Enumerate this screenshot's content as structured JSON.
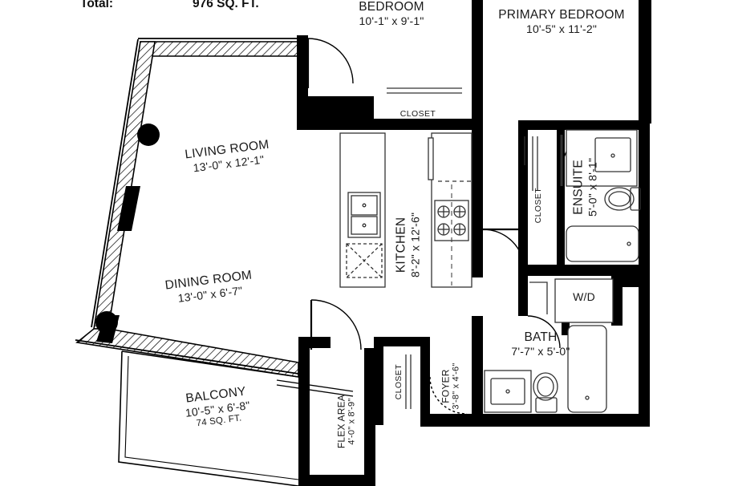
{
  "header": {
    "total_label": "Total:",
    "total_value": "976 SQ. FT."
  },
  "rooms": [
    {
      "id": "living-room",
      "name": "LIVING ROOM",
      "dims": "13'-0\" x 12'-1\"",
      "area": "",
      "rotation": -7
    },
    {
      "id": "dining-room",
      "name": "DINING ROOM",
      "dims": "13'-0\" x 6'-7\"",
      "area": "",
      "rotation": -7
    },
    {
      "id": "balcony",
      "name": "BALCONY",
      "dims": "10'-5\" x 6'-8\"",
      "area": "74 SQ. FT.",
      "rotation": -7
    },
    {
      "id": "bedroom",
      "name": "BEDROOM",
      "dims": "10'-1\" x 9'-1\"",
      "area": "",
      "rotation": 0
    },
    {
      "id": "primary-bedroom",
      "name": "PRIMARY BEDROOM",
      "dims": "10'-5\" x 11'-2\"",
      "area": "",
      "rotation": 0
    },
    {
      "id": "kitchen",
      "name": "KITCHEN",
      "dims": "8'-2\" x 12'-6\"",
      "area": "",
      "rotation": -90
    },
    {
      "id": "ensuite",
      "name": "ENSUITE",
      "dims": "5'-0\" x 8'-1\"",
      "area": "",
      "rotation": -90
    },
    {
      "id": "bath",
      "name": "BATH",
      "dims": "7'-7\" x 5'-0\"",
      "area": "",
      "rotation": 0
    },
    {
      "id": "foyer",
      "name": "FOYER",
      "dims": "3'-8\" x 4'-6\"",
      "area": "",
      "rotation": -90
    },
    {
      "id": "flex-area",
      "name": "FLEX AREA",
      "dims": "4'-0\" x 8'-9\"",
      "area": "",
      "rotation": -90
    }
  ],
  "closets": [
    {
      "id": "closet-bedroom",
      "label": "CLOSET",
      "rotation": 0
    },
    {
      "id": "closet-hall",
      "label": "CLOSET",
      "rotation": -90
    },
    {
      "id": "closet-foyer",
      "label": "CLOSET",
      "rotation": -90
    }
  ],
  "appliances": [
    {
      "id": "washer-dryer",
      "label": "W/D"
    }
  ],
  "colors": {
    "wall_solid": "#000000",
    "wall_hatch": "#000000",
    "fixture_line": "#2b2b2b",
    "background": "#ffffff",
    "text": "#1a1a1a",
    "column_marker": "#000000"
  }
}
